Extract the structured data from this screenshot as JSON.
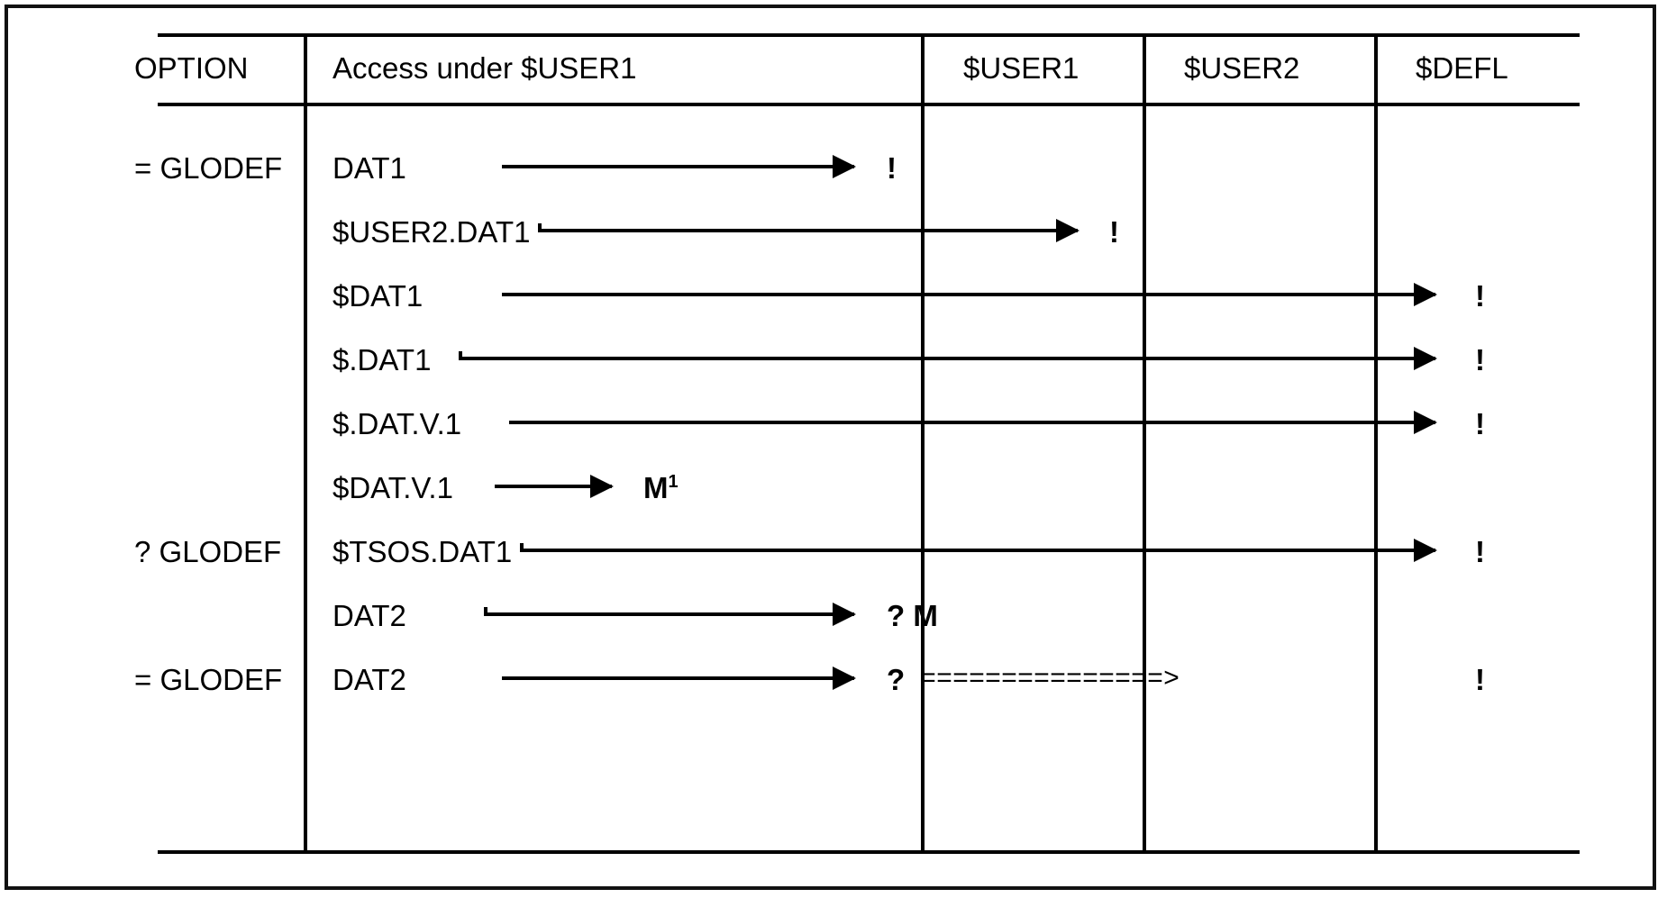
{
  "figure": {
    "type": "access-resolution-table",
    "columns": [
      "OPTION",
      "Access under $USER1",
      "$USER1",
      "$USER2",
      "$DEFL"
    ],
    "header": {
      "option": "OPTION",
      "access": "Access under $USER1",
      "user1": "$USER1",
      "user2": "$USER2",
      "defl": "$DEFL"
    },
    "rows": [
      {
        "option": "= GLODEF",
        "access": "DAT1",
        "target": "user1",
        "marker": "!",
        "footnote": ""
      },
      {
        "option": "",
        "access": "$USER2.DAT1",
        "target": "user2",
        "marker": "!",
        "footnote": ""
      },
      {
        "option": "",
        "access": "$DAT1",
        "target": "defl",
        "marker": "!",
        "footnote": ""
      },
      {
        "option": "",
        "access": "$.DAT1",
        "target": "defl",
        "marker": "!",
        "footnote": ""
      },
      {
        "option": "",
        "access": "$.DAT.V.1",
        "target": "defl",
        "marker": "!",
        "footnote": ""
      },
      {
        "option": "",
        "access": "$DAT.V.1",
        "target": "inline",
        "marker": "M",
        "footnote": "1"
      },
      {
        "option": "? GLODEF",
        "access": "$TSOS.DAT1",
        "target": "defl",
        "marker": "!",
        "footnote": ""
      },
      {
        "option": "",
        "access": "DAT2",
        "target": "user1",
        "marker": "? M",
        "footnote": ""
      },
      {
        "option": "= GLODEF",
        "access": "DAT2",
        "target": "user1",
        "marker": "?",
        "chain": "===============>",
        "chain_end": "!",
        "footnote": ""
      }
    ],
    "markers": {
      "exclamation": "!",
      "question": "?",
      "message": "M",
      "chain_arrow": "===============>"
    }
  },
  "colors": {
    "ink": "#000000",
    "paper": "#ffffff",
    "frame": "#111111"
  }
}
